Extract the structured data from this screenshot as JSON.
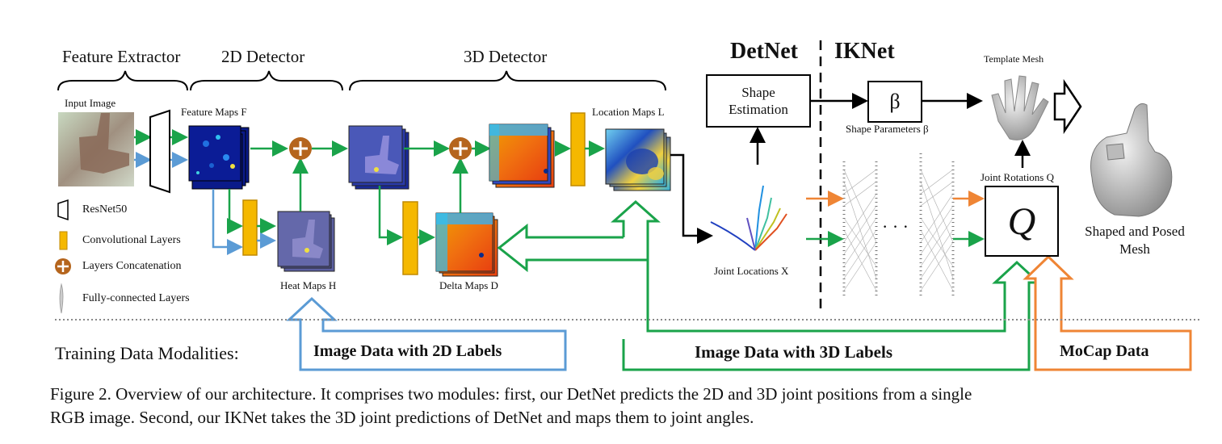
{
  "sections": {
    "feature_extractor": "Feature Extractor",
    "detector_2d": "2D Detector",
    "detector_3d": "3D Detector",
    "detnet": "DetNet",
    "iknet": "IKNet"
  },
  "labels": {
    "input_image": "Input Image",
    "feature_maps": "Feature Maps F",
    "heat_maps": "Heat Maps H",
    "delta_maps": "Delta Maps D",
    "location_maps": "Location Maps L",
    "joint_locations": "Joint Locations X",
    "shape_estimation": "Shape Estimation",
    "beta": "β",
    "shape_parameters": "Shape Parameters β",
    "template_mesh": "Template Mesh",
    "joint_rotations": "Joint Rotations Q",
    "q_symbol": "Q",
    "ellipsis": "· · ·",
    "shaped_posed_mesh": "Shaped and Posed Mesh"
  },
  "legend": {
    "resnet": "ResNet50",
    "conv": "Convolutional Layers",
    "concat": "Layers Concatenation",
    "fc": "Fully-connected Layers"
  },
  "training": {
    "title": "Training Data Modalities:",
    "image_2d": "Image Data with 2D Labels",
    "image_3d": "Image Data with 3D Labels",
    "mocap": "MoCap Data"
  },
  "caption": {
    "line1": "Figure 2.  Overview of our architecture. It comprises two modules: first, our DetNet predicts the 2D and 3D joint positions from a single",
    "line2": "RGB image. Second, our IKNet takes the 3D joint predictions of DetNet and maps them to joint angles."
  },
  "colors": {
    "green": "#1aa34a",
    "blue": "#5b9bd5",
    "orange": "#ef8535",
    "conv": "#f5b800",
    "concat": "#b5651d"
  }
}
